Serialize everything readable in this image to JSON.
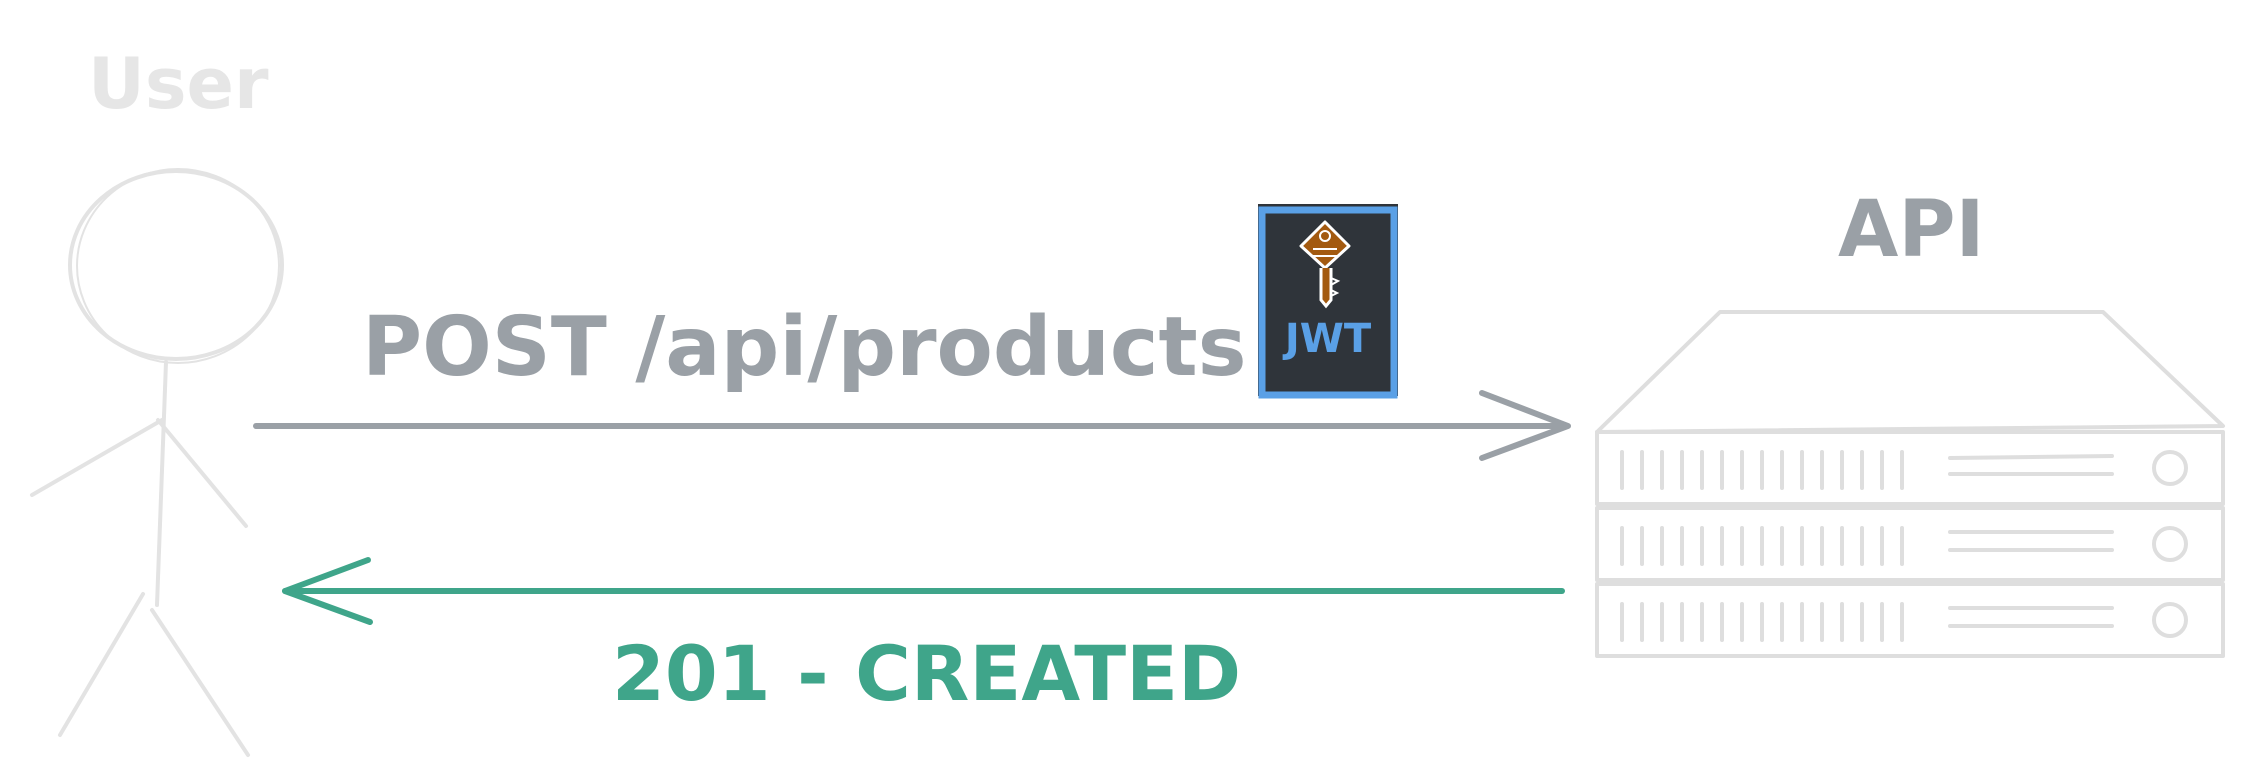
{
  "actors": {
    "user_label": "User",
    "api_label": "API"
  },
  "request": {
    "label": "POST /api/products",
    "color": "#9aa0a6"
  },
  "token": {
    "label": "JWT",
    "icon": "key-icon",
    "card_color": "#2f343a",
    "border_color": "#5aa0e6",
    "key_color": "#a35a10"
  },
  "response": {
    "label": "201 - CREATED",
    "color": "#3fa58a"
  },
  "colors": {
    "muted": "#e3e3e3",
    "server": "#dedede"
  }
}
